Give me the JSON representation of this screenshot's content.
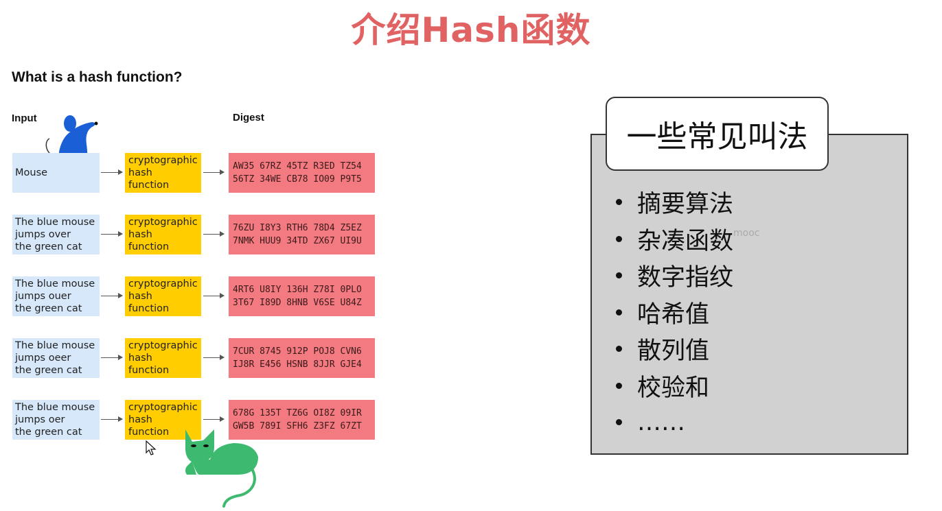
{
  "title": "介绍Hash函数",
  "subtitle": "What is a hash function?",
  "columns": {
    "input": "Input",
    "digest": "Digest"
  },
  "rows": [
    {
      "input": "Mouse",
      "hash": "cryptographic\nhash\nfunction",
      "digest_line1": "AW35 67RZ 45TZ R3ED TZ54",
      "digest_line2": "56TZ 34WE CB78 IO09 P9T5"
    },
    {
      "input": "The blue mouse\njumps over\nthe green cat",
      "hash": "cryptographic\nhash\nfunction",
      "digest_line1": "76ZU I8Y3 RTH6 78D4 Z5EZ",
      "digest_line2": "7NMK HUU9 34TD ZX67 UI9U"
    },
    {
      "input": "The blue mouse\njumps ouer\nthe green cat",
      "hash": "cryptographic\nhash\nfunction",
      "digest_line1": "4RT6 U8IY 136H Z78I 0PLO",
      "digest_line2": "3T67 I89D 8HNB V6SE U84Z"
    },
    {
      "input": "The blue mouse\njumps oeer\nthe green cat",
      "hash": "cryptographic\nhash\nfunction",
      "digest_line1": "7CUR 8745 912P POJ8 CVN6",
      "digest_line2": "IJ8R E456 HSNB 8JJR GJE4"
    },
    {
      "input": "The blue mouse\njumps oer\nthe green cat",
      "hash": "cryptographic\nhash\nfunction",
      "digest_line1": "678G 135T TZ6G OI8Z 09IR",
      "digest_line2": "GW5B 789I SFH6 Z3FZ 67ZT"
    }
  ],
  "panel": {
    "title": "一些常见叫法",
    "items": [
      "摘要算法",
      "杂凑函数",
      "数字指纹",
      "哈希值",
      "散列值",
      "校验和",
      "……"
    ]
  },
  "watermark": "mooc",
  "colors": {
    "title": "#e06262",
    "input_bg": "#d6e8fa",
    "hash_bg": "#ffcd00",
    "digest_bg": "#f37a80",
    "mouse": "#1a5fd6",
    "cat": "#3dba6f",
    "panel_bg": "#d1d1d1"
  },
  "icons": [
    "mouse-icon",
    "cat-icon",
    "mouse-cursor-icon"
  ]
}
